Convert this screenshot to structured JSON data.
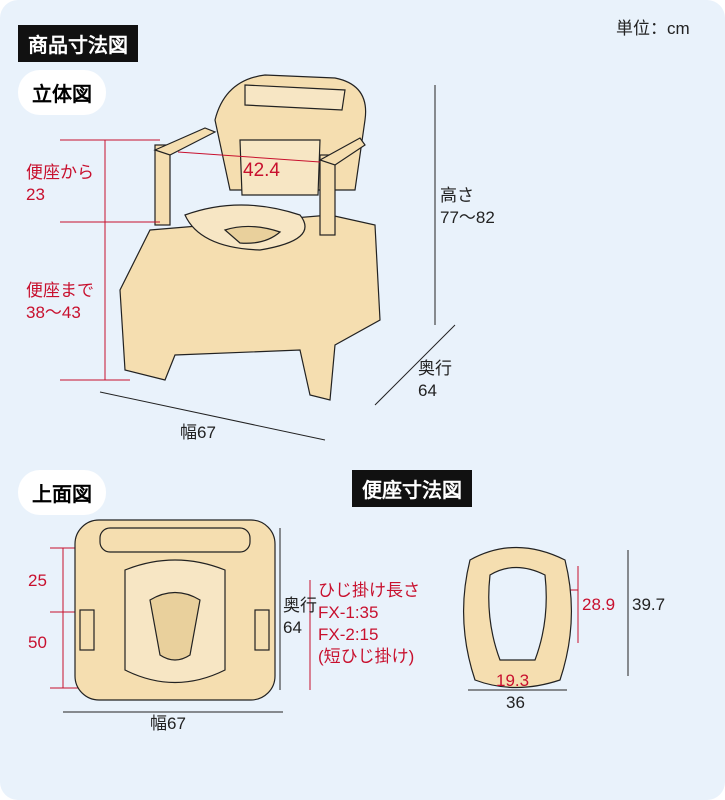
{
  "title": "商品寸法図",
  "unit": "単位：cm",
  "colors": {
    "background": "#e9f2fb",
    "product": "#f5deb0",
    "dimension_red": "#c8102e"
  },
  "perspective": {
    "label": "立体図",
    "armrest_width": "42.4",
    "seat_to_armrest": [
      "便座から",
      "23"
    ],
    "seat_height": [
      "便座まで",
      "38〜43"
    ],
    "height": [
      "高さ",
      "77〜82"
    ],
    "depth": [
      "奥行",
      "64"
    ],
    "width": "幅67"
  },
  "top_view": {
    "label": "上面図",
    "dim_a": "25",
    "dim_b": "50",
    "depth": [
      "奥行",
      "64"
    ],
    "armrest_length": [
      "ひじ掛け長さ",
      "FX-1:35",
      "FX-2:15",
      "(短ひじ掛け)"
    ],
    "width": "幅67"
  },
  "seat": {
    "label": "便座寸法図",
    "inner_length": "28.9",
    "outer_length": "39.7",
    "inner_width": "19.3",
    "outer_width": "36"
  }
}
